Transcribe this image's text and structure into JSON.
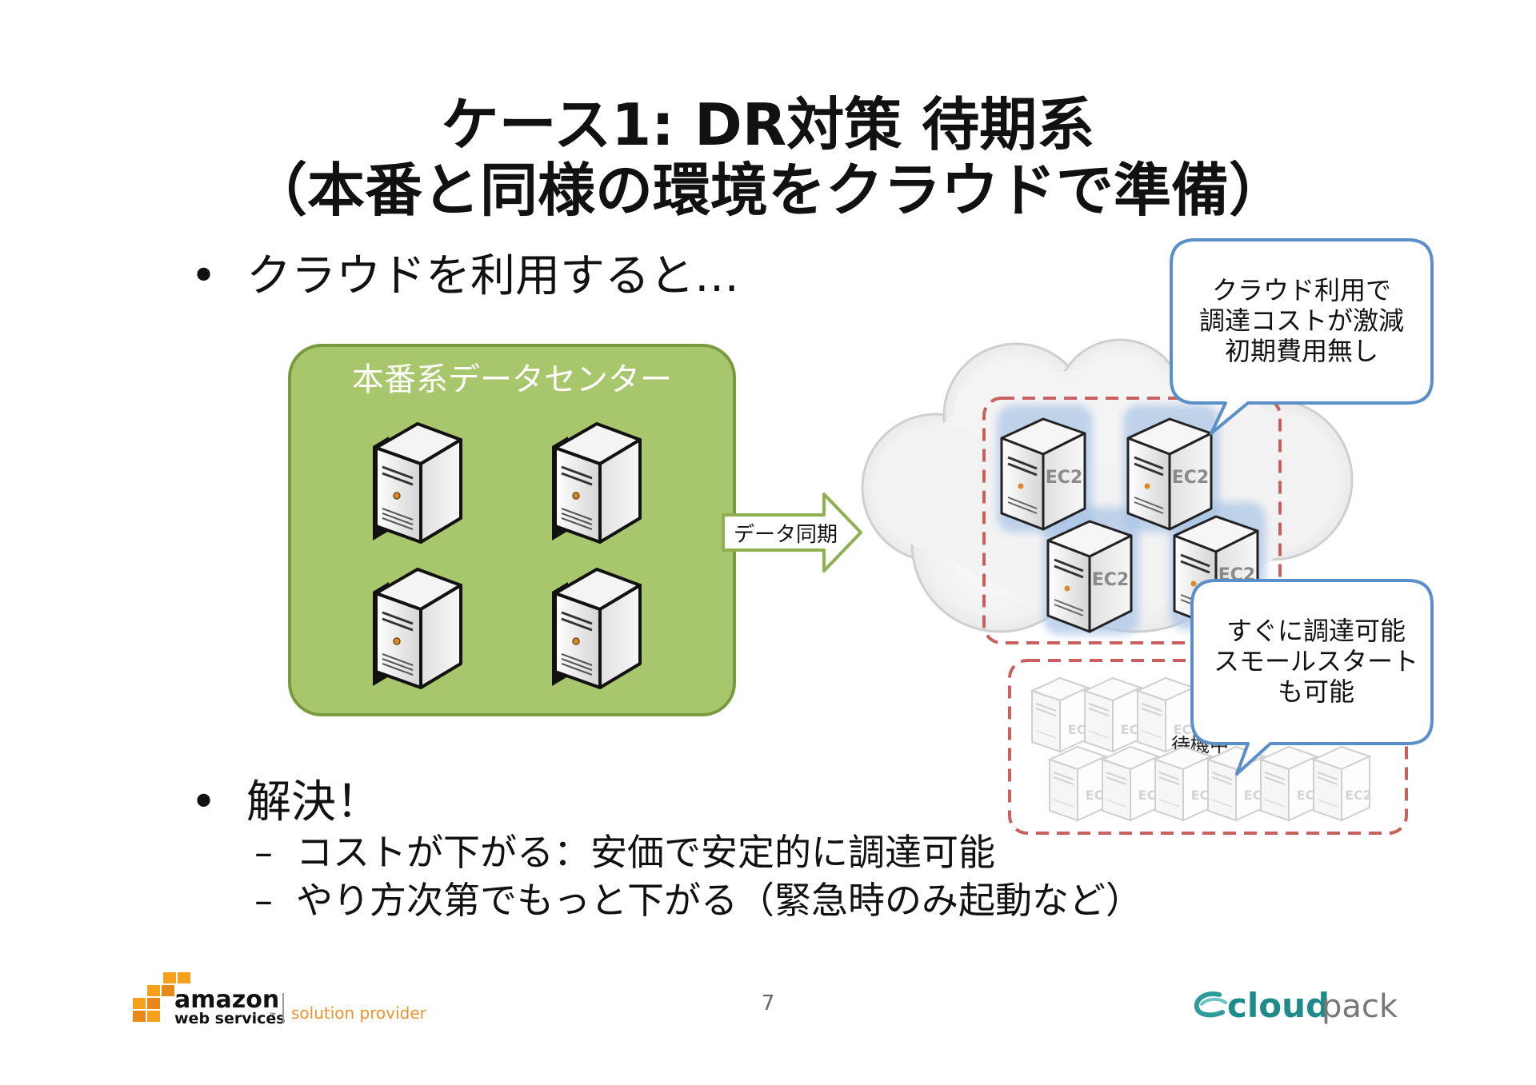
{
  "title": {
    "line1": "ケース1: DR対策 待期系",
    "line2": "（本番と同様の環境をクラウドで準備）"
  },
  "bullets": {
    "first": "クラウドを利用すると…",
    "second": "解決！",
    "sub": [
      "コストが下がる：安価で安定的に調達可能",
      "やり方次第でもっと下がる（緊急時のみ起動など）"
    ]
  },
  "diagram": {
    "datacenter_label": "本番系データセンター",
    "arrow_label": "データ同期",
    "ec2_label": "EC2",
    "ec2_short": "EC",
    "standby_label": "待機中",
    "callout1": [
      "クラウド利用で",
      "調達コストが激減",
      "初期費用無し"
    ],
    "callout2": [
      "すぐに調達可能",
      "スモールスタート",
      "も可能"
    ],
    "colors": {
      "datacenter_fill": "#a8c66c",
      "datacenter_border": "#7a9a40",
      "dashed_border": "#c9605e",
      "callout_border": "#5b8fc7"
    }
  },
  "footer": {
    "page": "7",
    "aws_line1": "amazon",
    "aws_line2": "web services",
    "aws_tm": "™",
    "aws_tag": "solution provider",
    "cloudpack_a": "cloud",
    "cloudpack_b": "pack"
  }
}
